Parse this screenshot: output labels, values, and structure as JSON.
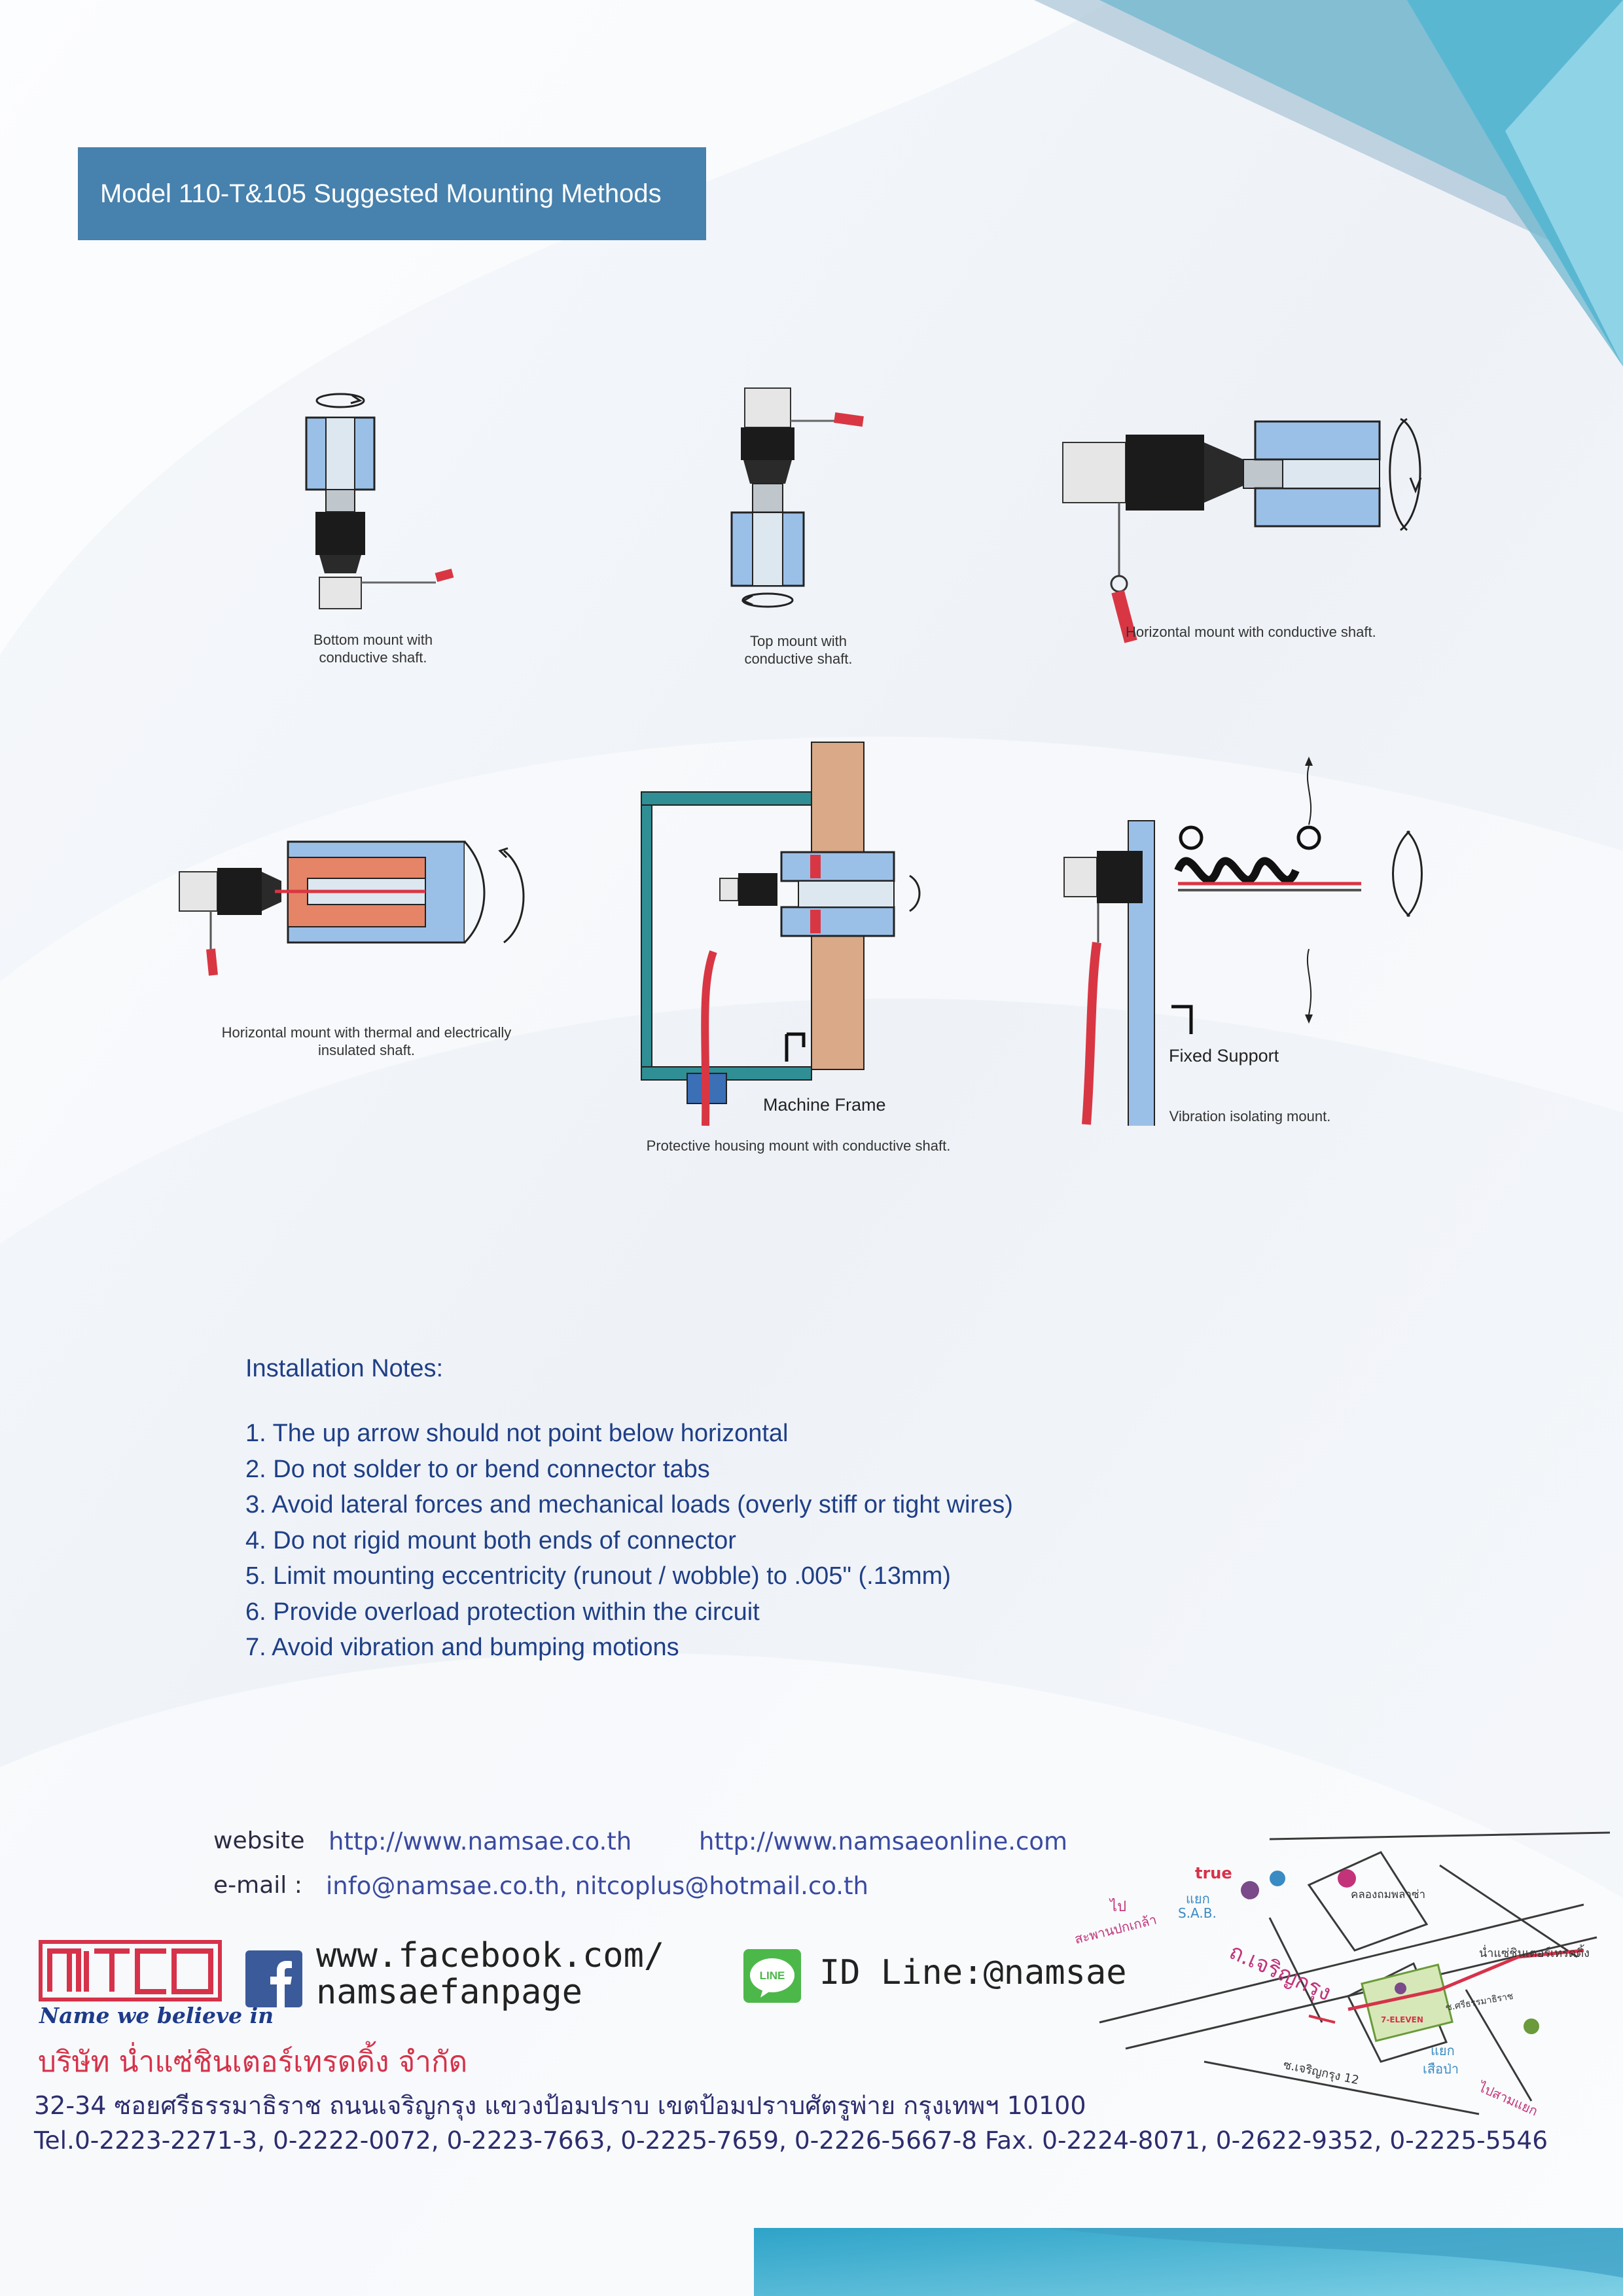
{
  "title": "Model 110-T&105 Suggested Mounting Methods",
  "figures": [
    {
      "caption": "Bottom mount with\nconductive shaft."
    },
    {
      "caption": "Top mount with\nconductive shaft."
    },
    {
      "caption": "Horizontal mount with conductive shaft."
    },
    {
      "caption": "Horizontal mount with thermal and electrically\ninsulated shaft."
    },
    {
      "caption": "Protective housing mount with conductive shaft.",
      "label": "Machine Frame"
    },
    {
      "caption": "Vibration isolating mount.",
      "label": "Fixed Support"
    }
  ],
  "installation_notes": {
    "title": "Installation Notes:",
    "items": [
      "1. The up arrow should not point below horizontal",
      "2. Do not solder to or bend connector tabs",
      "3. Avoid lateral forces and mechanical loads (overly stiff or tight wires)",
      "4. Do not rigid mount both ends of connector",
      "5. Limit mounting eccentricity (runout / wobble) to .005\" (.13mm)",
      "6. Provide overload protection within the circuit",
      "7. Avoid vibration and bumping motions"
    ]
  },
  "contact": {
    "website_label": "website",
    "website_1": "http://www.namsae.co.th",
    "website_2": "http://www.namsaeonline.com",
    "email_label": "e-mail :",
    "emails": "info@namsae.co.th, nitcoplus@hotmail.co.th",
    "facebook_line1": "www.facebook.com/",
    "facebook_line2": "namsaefanpage",
    "line_id": "ID Line:@namsae",
    "line_badge": "LINE"
  },
  "brand": {
    "logo": "NITCO",
    "slogan": "Name we believe in"
  },
  "company": {
    "name_th": "บริษัท น่ำแซ่ชินเตอร์เทรดดิ้ง จำกัด",
    "address": "32-34 ซอยศรีธรรมาธิราช ถนนเจริญกรุง แขวงป้อมปราบ เขตป้อมปราบศัตรูพ่าย กรุงเทพฯ 10100",
    "tel": "Tel.0-2223-2271-3, 0-2222-0072, 0-2223-7663, 0-2225-7659, 0-2226-5667-8 Fax. 0-2224-8071, 0-2622-9352, 0-2225-5546"
  },
  "map": {
    "labels": [
      "true",
      "แยก",
      "S.A.B.",
      "ไป",
      "สะพานปกเกล้า",
      "ถ.เจริญกรุง",
      "คลองถมพลาซ่า",
      "น่ำแซ่ชินเตอร์เทรดดิ้ง",
      "ซ.เจริญกรุง 12",
      "แยก",
      "เสือป่า",
      "ไปสามแยก",
      "ซ.ศรีธรรมาธิราช",
      "7-ELEVEN"
    ]
  },
  "colors": {
    "banner": "#4781ad",
    "notes_text": "#1f3f86",
    "link": "#3a4aa0",
    "brand_red": "#d6324a",
    "accent_teal": "#5ab7d2"
  }
}
